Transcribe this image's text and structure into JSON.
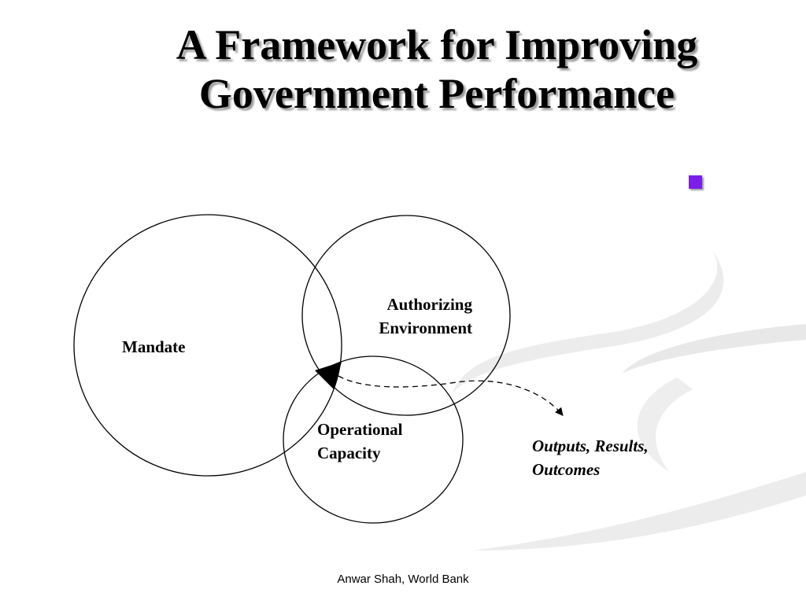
{
  "title": {
    "line1": "A Framework for Improving",
    "line2": "Government Performance"
  },
  "diagram": {
    "circles": [
      {
        "id": "mandate",
        "label": "Mandate"
      },
      {
        "id": "authorizing",
        "label_line1": "Authorizing",
        "label_line2": "Environment"
      },
      {
        "id": "operational",
        "label_line1": "Operational",
        "label_line2": "Capacity"
      }
    ],
    "outcome": {
      "line1": "Outputs, Results,",
      "line2": "Outcomes"
    }
  },
  "footer": "Anwar Shah, World Bank",
  "colors": {
    "bullet": "#7b1fe8",
    "swoosh": "#e6e6e6"
  }
}
